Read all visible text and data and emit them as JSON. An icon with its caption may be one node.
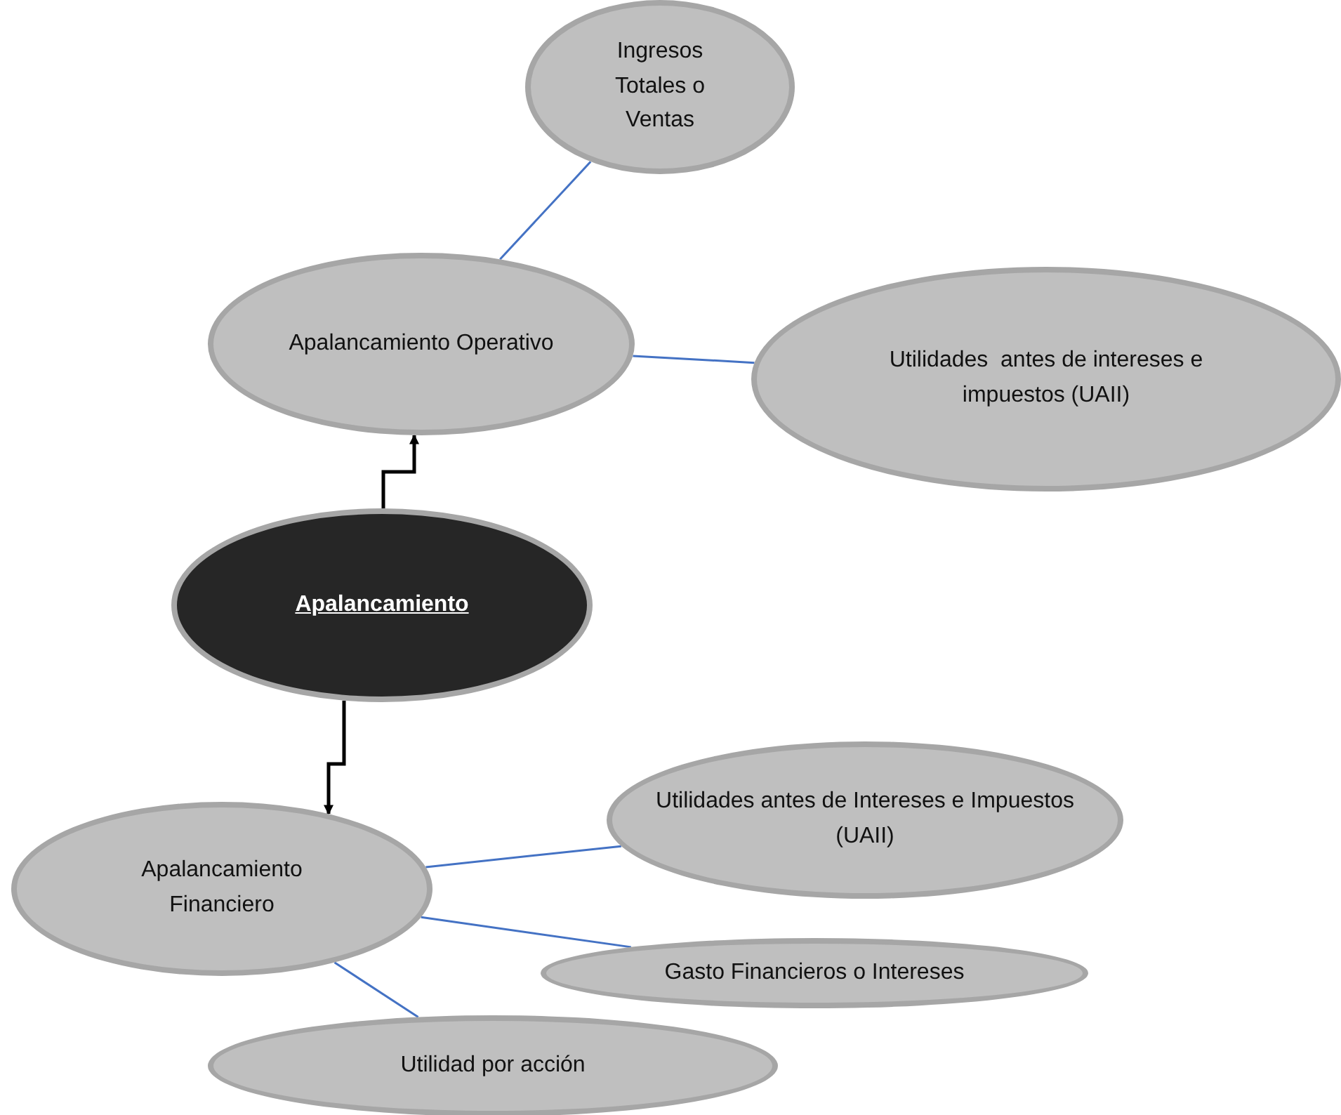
{
  "diagram": {
    "nodes": [
      {
        "text": [
          "Ingresos Totales o Ventas"
        ]
      },
      {
        "text": [
          "Apalancamiento Operativo"
        ]
      },
      {
        "text": [
          "Utilidades  antes de intereses e impuestos (UAII)"
        ]
      },
      {
        "text": [
          "Apalancamiento"
        ]
      },
      {
        "text": [
          "Utilidades antes de Intereses e Impuestos (UAII)"
        ]
      },
      {
        "text": [
          "Apalancamiento Financiero"
        ]
      },
      {
        "text": [
          "Gasto Financieros o Intereses"
        ]
      },
      {
        "text": [
          "Utilidad por acción"
        ]
      }
    ],
    "edges": [
      {
        "from": 1,
        "to": 0,
        "arrow": "none"
      },
      {
        "from": 1,
        "to": 2,
        "arrow": "none"
      },
      {
        "from": 3,
        "to": 1,
        "arrow": "to",
        "color": "#000000"
      },
      {
        "from": 3,
        "to": 5,
        "arrow": "to",
        "color": "#000000"
      },
      {
        "from": 5,
        "to": 4,
        "arrow": "none"
      },
      {
        "from": 5,
        "to": 6,
        "arrow": "none"
      },
      {
        "from": 5,
        "to": 7,
        "arrow": "none"
      }
    ]
  }
}
